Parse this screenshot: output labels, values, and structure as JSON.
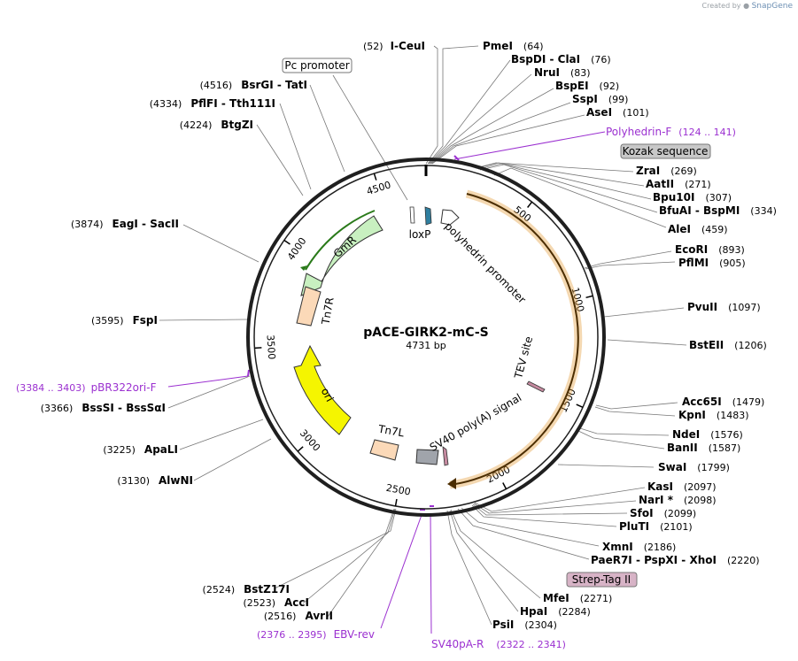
{
  "watermark": {
    "created_by": "Created by",
    "brand": "SnapGene"
  },
  "plasmid": {
    "name": "pACE-GIRK2-mC-S",
    "size_label": "4731 bp",
    "length": 4731
  },
  "ticks": [
    "500",
    "1000",
    "1500",
    "2000",
    "2500",
    "3000",
    "3500",
    "4000",
    "4500"
  ],
  "features": {
    "loxP": "loxP",
    "polyhedrin_promoter": "polyhedrin promoter",
    "TEV_site": "TEV site",
    "SV40_polyA": "SV40 poly(A) signal",
    "Tn7L": "Tn7L",
    "Tn7R": "Tn7R",
    "ori": "ori",
    "GmR": "GmR"
  },
  "boxed": {
    "pc_promoter": "Pc promoter",
    "kozak": "Kozak sequence",
    "strep": "Strep-Tag II"
  },
  "colors": {
    "gmr": "#c8f0c0",
    "ori": "#f5f500",
    "tn7": "#fbd9b8",
    "orf_outline": "#e09020",
    "primer": "#9b30d0",
    "polyA_grey": "#a0a4ab",
    "loxP_blue": "#2f7fa0",
    "kozak_bg": "#c8c8c8",
    "strep_bg": "#d7b3c6"
  },
  "sites_right": [
    {
      "pre": "(52)",
      "name": "I-CeuI",
      "post": ""
    },
    {
      "pre": "",
      "name": "PmeI",
      "post": "(64)"
    },
    {
      "pre": "",
      "name": "BspDI  -  ClaI",
      "post": "(76)"
    },
    {
      "pre": "",
      "name": "NruI",
      "post": "(83)"
    },
    {
      "pre": "",
      "name": "BspEI",
      "post": "(92)"
    },
    {
      "pre": "",
      "name": "SspI",
      "post": "(99)"
    },
    {
      "pre": "",
      "name": "AseI",
      "post": "(101)"
    },
    {
      "pre": "",
      "name": "ZraI",
      "post": "(269)"
    },
    {
      "pre": "",
      "name": "AatII",
      "post": "(271)"
    },
    {
      "pre": "",
      "name": "Bpu10I",
      "post": "(307)"
    },
    {
      "pre": "",
      "name": "BfuAI  -  BspMI",
      "post": "(334)"
    },
    {
      "pre": "",
      "name": "AleI",
      "post": "(459)"
    },
    {
      "pre": "",
      "name": "EcoRI",
      "post": "(893)"
    },
    {
      "pre": "",
      "name": "PflMI",
      "post": "(905)"
    },
    {
      "pre": "",
      "name": "PvuII",
      "post": "(1097)"
    },
    {
      "pre": "",
      "name": "BstEII",
      "post": "(1206)"
    },
    {
      "pre": "",
      "name": "Acc65I",
      "post": "(1479)"
    },
    {
      "pre": "",
      "name": "KpnI",
      "post": "(1483)"
    },
    {
      "pre": "",
      "name": "NdeI",
      "post": "(1576)"
    },
    {
      "pre": "",
      "name": "BanII",
      "post": "(1587)"
    },
    {
      "pre": "",
      "name": "SwaI",
      "post": "(1799)"
    },
    {
      "pre": "",
      "name": "KasI",
      "post": "(2097)"
    },
    {
      "pre": "",
      "name": "NarI *",
      "post": "(2098)"
    },
    {
      "pre": "",
      "name": "SfoI",
      "post": "(2099)"
    },
    {
      "pre": "",
      "name": "PluTI",
      "post": "(2101)"
    },
    {
      "pre": "",
      "name": "XmnI",
      "post": "(2186)"
    },
    {
      "pre": "",
      "name": "PaeR7I  -  PspXI  -  XhoI",
      "post": "(2220)"
    },
    {
      "pre": "",
      "name": "MfeI",
      "post": "(2271)"
    },
    {
      "pre": "",
      "name": "HpaI",
      "post": "(2284)"
    },
    {
      "pre": "",
      "name": "PsiI",
      "post": "(2304)"
    }
  ],
  "sites_left": [
    {
      "pre": "(4516)",
      "name": "BsrGI  -  TatI"
    },
    {
      "pre": "(4334)",
      "name": "PflFI  -  Tth111I"
    },
    {
      "pre": "(4224)",
      "name": "BtgZI"
    },
    {
      "pre": "(3874)",
      "name": "EagI  -  SacII"
    },
    {
      "pre": "(3595)",
      "name": "FspI"
    },
    {
      "pre": "(3366)",
      "name": "BssSI  -  BssSαI"
    },
    {
      "pre": "(3225)",
      "name": "ApaLI"
    },
    {
      "pre": "(3130)",
      "name": "AlwNI"
    },
    {
      "pre": "(2524)",
      "name": "BstZ17I"
    },
    {
      "pre": "(2523)",
      "name": "AccI"
    },
    {
      "pre": "(2516)",
      "name": "AvrII"
    }
  ],
  "primers": {
    "polyhedrin_F": {
      "name": "Polyhedrin-F",
      "range": "(124 .. 141)"
    },
    "pBR322ori_F": {
      "name": "pBR322ori-F",
      "range": "(3384 .. 3403)"
    },
    "EBV_rev": {
      "name": "EBV-rev",
      "range": "(2376 .. 2395)"
    },
    "SV40pA_R": {
      "name": "SV40pA-R",
      "range": "(2322 .. 2341)"
    }
  }
}
